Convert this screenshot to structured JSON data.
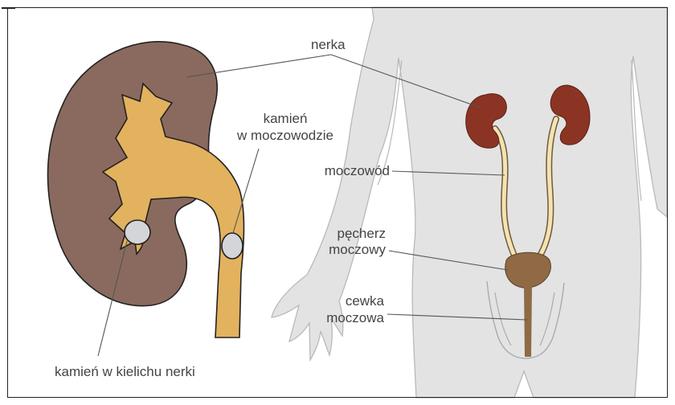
{
  "labels": {
    "kidney": "nerka",
    "ureter_stone_line1": "kamień",
    "ureter_stone_line2": "w moczowodzie",
    "ureter": "moczowód",
    "bladder_line1": "pęcherz",
    "bladder_line2": "moczowy",
    "urethra_line1": "cewka",
    "urethra_line2": "moczowa",
    "calyx_stone": "kamień w kielichu nerki"
  },
  "colors": {
    "kidney_cortex": "#8a6a5e",
    "kidney_pelvis": "#e3b25e",
    "body_silhouette": "#e3e3e4",
    "body_outline": "#b9b9bb",
    "organ_kidney": "#8b3424",
    "ureter_fill": "#f5e2b2",
    "bladder": "#8f6a45",
    "stone": "#d4d5d8",
    "leader_line": "#555555"
  }
}
